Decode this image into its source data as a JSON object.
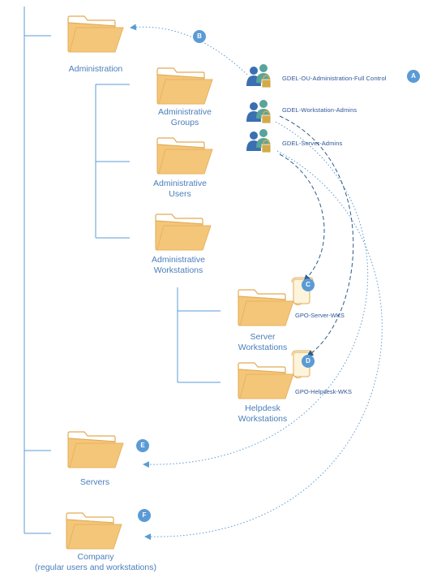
{
  "folders": {
    "administration": "Administration",
    "administrative_groups": [
      "Administrative",
      "Groups"
    ],
    "administrative_users": [
      "Administrative",
      "Users"
    ],
    "administrative_workstations": [
      "Administrative",
      "Workstations"
    ],
    "server_workstations": [
      "Server",
      "Workstations"
    ],
    "helpdesk_workstations": [
      "Helpdesk",
      "Workstations"
    ],
    "servers": "Servers",
    "company": [
      "Company",
      "(regular users and workstations)"
    ]
  },
  "groups": {
    "ou_admin_full_control": "GDEL-OU-Administration-Full Control",
    "workstation_admins": "GDEL-Workstation-Admins",
    "server_admins": "GDEL-Server-Admins"
  },
  "gpos": {
    "server_wks": "GPO-Server-WKS",
    "helpdesk_wks": "GPO-Helpdesk-WKS"
  },
  "badges": {
    "a": "A",
    "b": "B",
    "c": "C",
    "d": "D",
    "e": "E",
    "f": "F"
  },
  "colors": {
    "folder_fill": "#f4c67a",
    "folder_edge": "#e7b35f",
    "tree_line": "#5b9bd5",
    "label_text": "#4a7ebb",
    "badge": "#5b9bd5",
    "dotted_arrow": "#5b9bd5",
    "dashed_arrow": "#2e5c8a",
    "user_blue": "#3a6fb0",
    "user_teal": "#5aa39a",
    "lock_gold": "#d4a948"
  }
}
